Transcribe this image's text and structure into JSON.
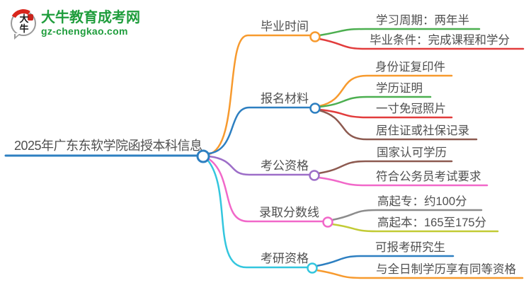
{
  "logo": {
    "bubble_text": "大牛",
    "title": "大牛教育成考网",
    "url": "gz-chengkao.com",
    "brand_green": "#1f9d3c",
    "brand_red": "#d8261c"
  },
  "root": {
    "label": "2025年广东东软学院函授本科信息",
    "color": "#2d7fc1"
  },
  "branches": [
    {
      "label": "毕业时间",
      "color": "#f79a2e",
      "children": [
        {
          "label": "学习周期：两年半",
          "color": "#4caf50"
        },
        {
          "label": "毕业条件：完成课程和学分",
          "color": "#e23c3c"
        }
      ]
    },
    {
      "label": "报名材料",
      "color": "#2d7fc1",
      "children": [
        {
          "label": "身份证复印件",
          "color": "#f79a2e"
        },
        {
          "label": "学历证明",
          "color": "#4caf50"
        },
        {
          "label": "一寸免冠照片",
          "color": "#e23c3c"
        },
        {
          "label": "居住证或社保记录",
          "color": "#8d5a50"
        }
      ]
    },
    {
      "label": "考公资格",
      "color": "#9d6ec8",
      "children": [
        {
          "label": "国家认可学历",
          "color": "#8d5a50"
        },
        {
          "label": "符合公务员考试要求",
          "color": "#f168c9"
        }
      ]
    },
    {
      "label": "录取分数线",
      "color": "#f168c9",
      "children": [
        {
          "label": "高起专：约100分",
          "color": "#8c8c8c"
        },
        {
          "label": "高起本：165至175分",
          "color": "#c2cb35"
        }
      ]
    },
    {
      "label": "考研资格",
      "color": "#33c6de",
      "children": [
        {
          "label": "可报考研究生",
          "color": "#2d7fc1"
        },
        {
          "label": "与全日制学历享有同等资格",
          "color": "#f79a2e"
        }
      ]
    }
  ],
  "style": {
    "text_color": "#4f4f4f",
    "background": "#ffffff"
  }
}
